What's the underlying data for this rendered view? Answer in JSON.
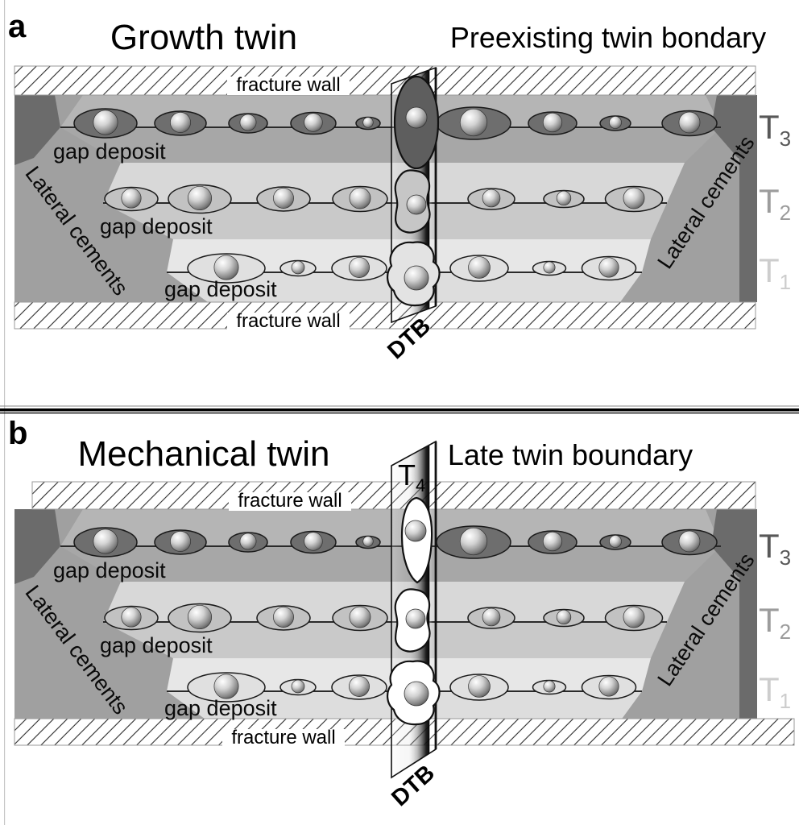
{
  "figure": {
    "panels": [
      {
        "letter": "a",
        "title_left": "Growth twin",
        "title_right": "Preexisting twin bondary",
        "fracture_wall_top": "fracture wall",
        "fracture_wall_bottom": "fracture wall",
        "lateral_cements_left": "Lateral cements",
        "lateral_cements_right": "Lateral cements",
        "gap_deposits": [
          "gap deposit",
          "gap deposit",
          "gap deposit"
        ],
        "dtb_label": "DTB",
        "t_labels": [
          {
            "t": "T",
            "sub": "3"
          },
          {
            "t": "T",
            "sub": "2"
          },
          {
            "t": "T",
            "sub": "1"
          }
        ]
      },
      {
        "letter": "b",
        "title_left": "Mechanical twin",
        "title_right": "Late twin boundary",
        "fracture_wall_top": "fracture wall",
        "fracture_wall_bottom": "fracture wall",
        "lateral_cements_left": "Lateral cements",
        "lateral_cements_right": "Lateral cements",
        "gap_deposits": [
          "gap deposit",
          "gap deposit",
          "gap deposit"
        ],
        "dtb_label": "DTB",
        "t4": {
          "t": "T",
          "sub": "4"
        },
        "t_labels": [
          {
            "t": "T",
            "sub": "3"
          },
          {
            "t": "T",
            "sub": "2"
          },
          {
            "t": "T",
            "sub": "1"
          }
        ]
      }
    ],
    "colors": {
      "zone_bands": [
        "#b5b5b5",
        "#a7a7a7",
        "#d8d8d8",
        "#c9c9c9",
        "#e7e7e7",
        "#dddddd"
      ],
      "lateral_cement": "#a0a0a0",
      "dark_cement": "#6b6b6b",
      "trail_fills": [
        "#6e6e6e",
        "#c2c2c2",
        "#e0e0e0"
      ],
      "trail_line": "#2a2a2a",
      "t_label_colors": [
        "#585858",
        "#9c9c9c",
        "#cdcdcd"
      ],
      "blob_dark": "#5e5e5e",
      "blob_mid": "#c6c6c6",
      "blob_light": "#e3e3e3",
      "blob_white": "#ffffff",
      "hatch_line": "#2e2e2e",
      "outline": "#111111",
      "text": "#000000"
    }
  }
}
